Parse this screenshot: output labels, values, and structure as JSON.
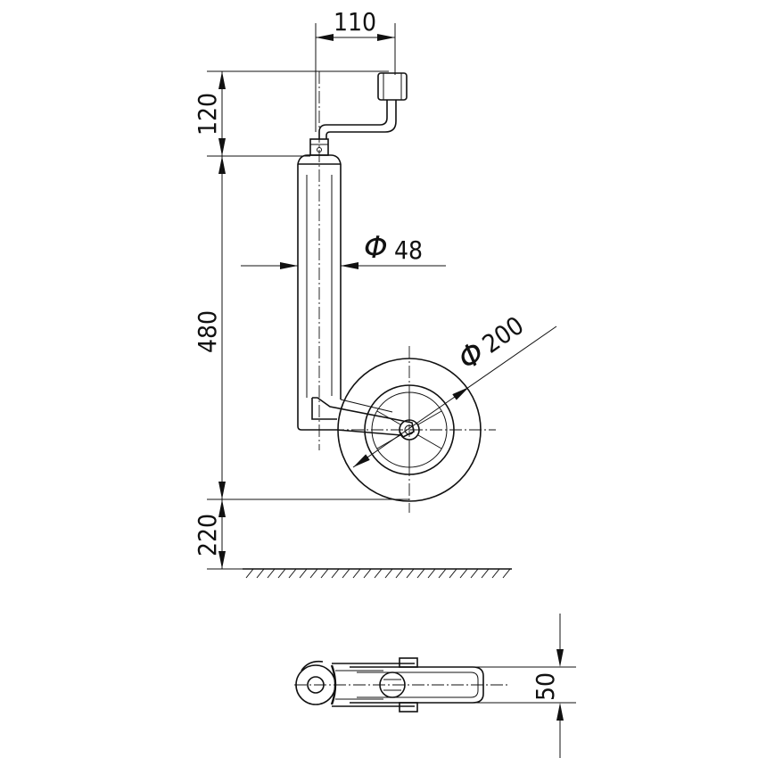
{
  "dimensions": {
    "crank_offset": "110",
    "crank_height": "120",
    "tube_length": "480",
    "ground_clearance": "220",
    "tube_diameter_symbol": "Φ",
    "tube_diameter": "48",
    "wheel_diameter_symbol": "Φ",
    "wheel_diameter": "200",
    "wheel_width": "50"
  }
}
